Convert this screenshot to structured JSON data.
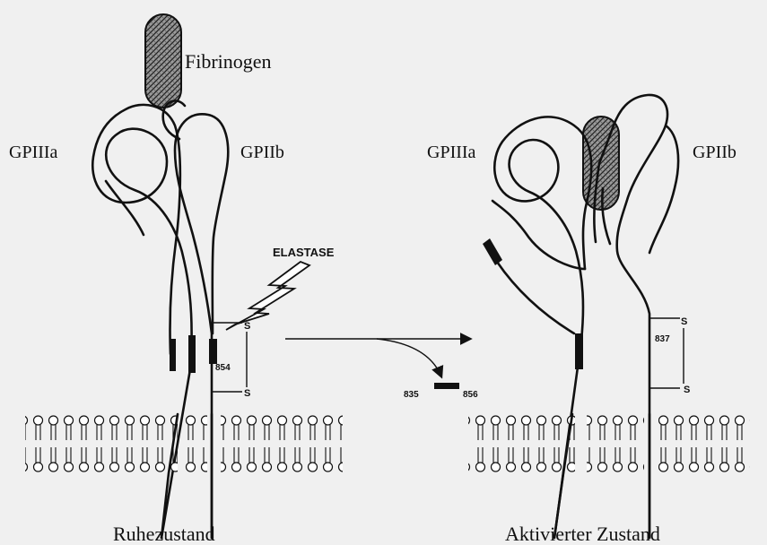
{
  "labels": {
    "fibrinogen": "Fibrinogen",
    "gpiiia_left": "GPIIIa",
    "gpiib_left": "GPIIb",
    "gpiiia_right": "GPIIIa",
    "gpiib_right": "GPIIb",
    "elastase": "ELASTASE",
    "s_top_left": "S",
    "s_bottom_left": "S",
    "num_left": "854",
    "fragment_left": "835",
    "fragment_right": "856",
    "s_top_right": "S",
    "num_right": "837",
    "s_bottom_right": "S",
    "caption_left": "Ruhezustand",
    "caption_right": "Aktivierter Zustand"
  }
}
